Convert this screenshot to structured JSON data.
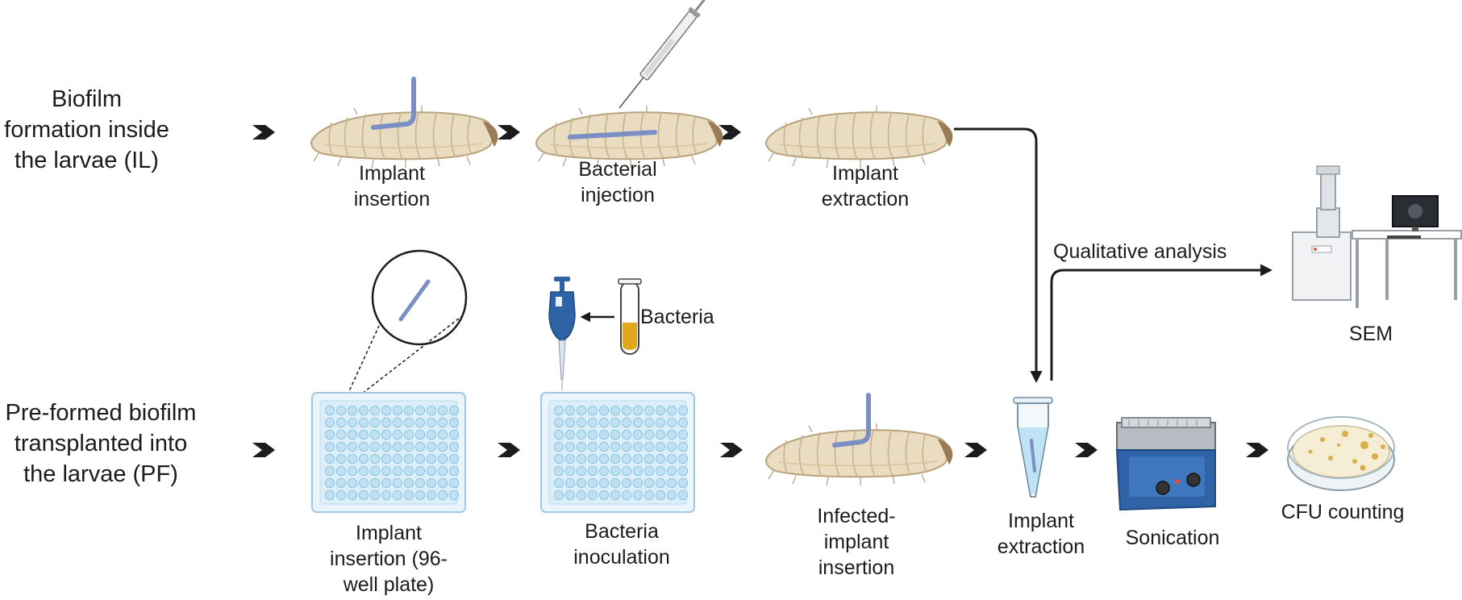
{
  "rows": {
    "il": {
      "line1": "Biofilm",
      "line2": "formation inside",
      "line3": "the larvae (IL)"
    },
    "pf": {
      "line1": "Pre-formed biofilm",
      "line2": "transplanted into",
      "line3": "the larvae (PF)"
    }
  },
  "steps": {
    "il_implant_insertion": {
      "line1": "Implant",
      "line2": "insertion"
    },
    "il_bacterial_injection": {
      "line1": "Bacterial",
      "line2": "injection"
    },
    "il_implant_extraction": {
      "line1": "Implant",
      "line2": "extraction"
    },
    "pf_implant_insertion": {
      "line1": "Implant",
      "line2": "insertion (96-",
      "line3": "well plate)"
    },
    "pf_bacteria_inoculation": {
      "line1": "Bacteria",
      "line2": "inoculation"
    },
    "pf_infected_insertion": {
      "line1": "Infected-",
      "line2": "implant",
      "line3": "insertion"
    },
    "implant_extraction": {
      "line1": "Implant",
      "line2": "extraction"
    },
    "sonication": "Sonication",
    "cfu_counting": "CFU counting",
    "sem": "SEM",
    "bacteria": "Bacteria",
    "qualitative_analysis": "Qualitative analysis"
  },
  "colors": {
    "larva": "#e9dcc0",
    "larva_stroke": "#b9a37d",
    "implant": "#7b8fc4",
    "plate": "#dceef7",
    "well": "#bfe1f3",
    "arrow": "#1c1c1c",
    "pipette": "#2f63a8",
    "broth": "#e0a81c",
    "sonicator": "#2f63a8",
    "colony": "#d8b04a"
  }
}
